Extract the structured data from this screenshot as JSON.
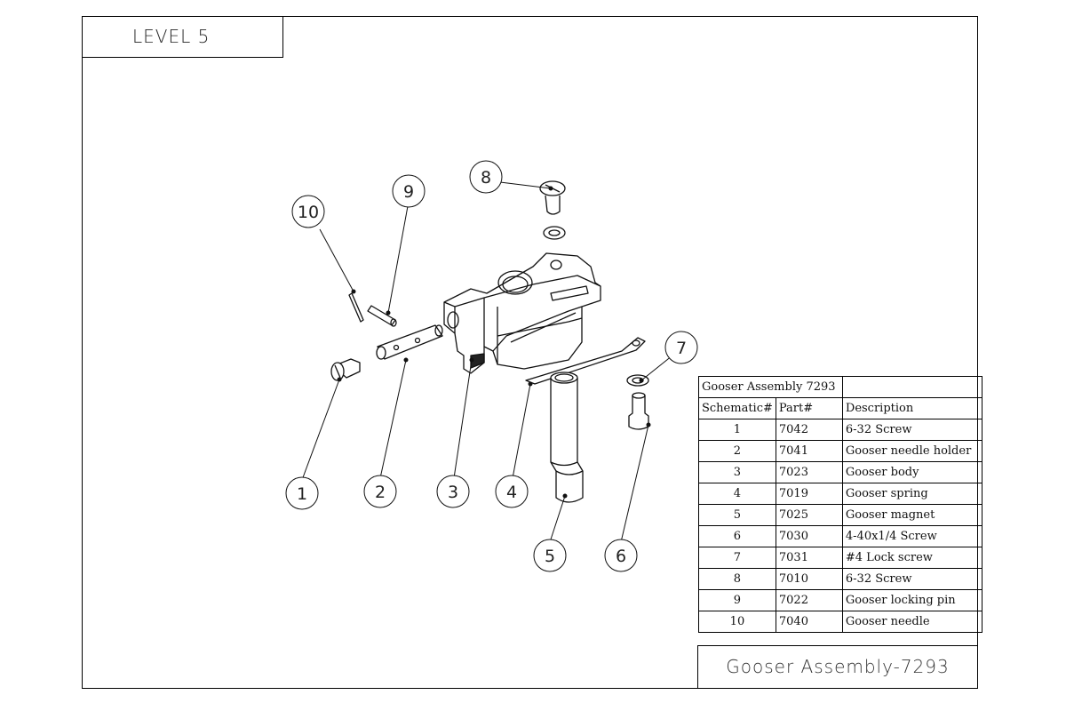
{
  "header": {
    "level_label": "LEVEL 5"
  },
  "bom": {
    "title": "Gooser Assembly 7293",
    "columns": [
      "Schematic#",
      "Part#",
      "Description"
    ],
    "rows": [
      {
        "schematic": "1",
        "part": "7042",
        "description": "6-32 Screw"
      },
      {
        "schematic": "2",
        "part": "7041",
        "description": "Gooser needle holder"
      },
      {
        "schematic": "3",
        "part": "7023",
        "description": "Gooser body"
      },
      {
        "schematic": "4",
        "part": "7019",
        "description": "Gooser spring"
      },
      {
        "schematic": "5",
        "part": "7025",
        "description": "Gooser magnet"
      },
      {
        "schematic": "6",
        "part": "7030",
        "description": "4-40x1/4 Screw"
      },
      {
        "schematic": "7",
        "part": "7031",
        "description": "#4 Lock screw"
      },
      {
        "schematic": "8",
        "part": "7010",
        "description": "6-32 Screw"
      },
      {
        "schematic": "9",
        "part": "7022",
        "description": "Gooser locking pin"
      },
      {
        "schematic": "10",
        "part": "7040",
        "description": "Gooser needle"
      }
    ]
  },
  "balloons": [
    "1",
    "2",
    "3",
    "4",
    "5",
    "6",
    "7",
    "8",
    "9",
    "10"
  ],
  "title_block": {
    "text": "Gooser Assembly-7293"
  }
}
